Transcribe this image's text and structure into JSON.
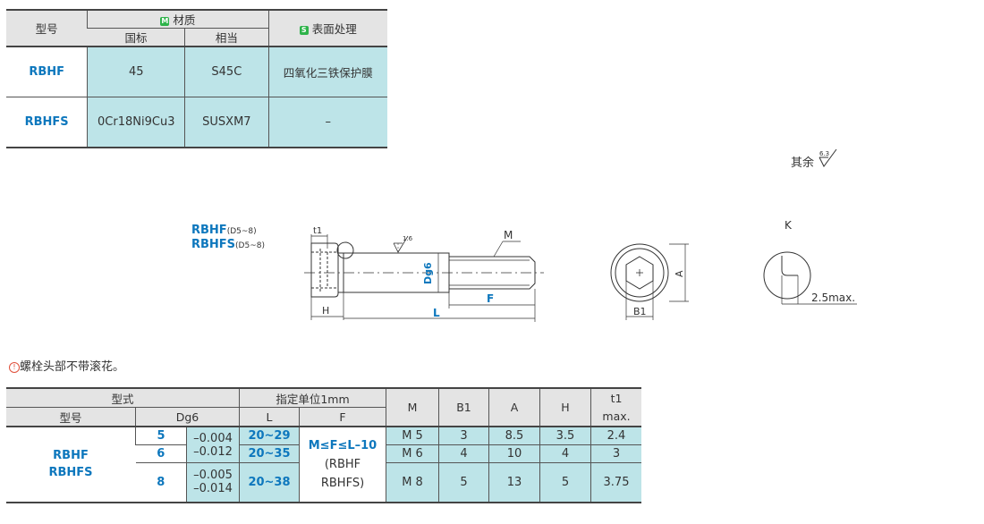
{
  "material_table": {
    "col_model": "型号",
    "material_tag": "M",
    "col_material": "材质",
    "col_gb": "国标",
    "col_equiv": "相当",
    "surface_tag": "S",
    "col_surface": "表面处理",
    "rows": [
      {
        "model": "RBHF",
        "gb": "45",
        "equiv": "S45C",
        "surface": "四氧化三铁保护膜"
      },
      {
        "model": "RBHFS",
        "gb": "0Cr18Ni9Cu3",
        "equiv": "SUSXM7",
        "surface": "–"
      }
    ]
  },
  "drawing": {
    "title_1": "RBHF",
    "title_1_range": "(D5~8)",
    "title_2": "RBHFS",
    "title_2_range": "(D5~8)",
    "roughness_note": "其余",
    "roughness_rest": "6.3",
    "roughness_shaft": "1.6",
    "lbl_t1": "t1",
    "lbl_H": "H",
    "lbl_L": "L",
    "lbl_F": "F",
    "lbl_M": "M",
    "lbl_Dg6": "Dg6",
    "lbl_A": "A",
    "lbl_B1": "B1",
    "lbl_K": "K",
    "lbl_25max": "2.5max."
  },
  "note": {
    "marker": "!",
    "text": "螺栓头部不带滚花。"
  },
  "spec_table": {
    "h_type": "型式",
    "h_spec_unit": "指定单位1mm",
    "h_M": "M",
    "h_B1": "B1",
    "h_A": "A",
    "h_H": "H",
    "h_t1": "t1",
    "h_model": "型号",
    "h_Dg6": "Dg6",
    "h_L": "L",
    "h_F": "F",
    "h_max": "max.",
    "models": [
      "RBHF",
      "RBHFS"
    ],
    "f_rule_1": "M≤F≤L–10",
    "f_rule_2": "(RBHF",
    "f_rule_3": "RBHFS)",
    "rows": [
      {
        "d": "5",
        "tol": "–0.004",
        "L": "20~29",
        "M": "M 5",
        "B1": "3",
        "A": "8.5",
        "H": "3.5",
        "t1": "2.4"
      },
      {
        "d": "6",
        "tol": "–0.012",
        "L": "20~35",
        "M": "M 6",
        "B1": "4",
        "A": "10",
        "H": "4",
        "t1": "3"
      },
      {
        "d": "8",
        "tol": "–0.005",
        "tol2": "–0.014",
        "L": "20~38",
        "M": "M 8",
        "B1": "5",
        "A": "13",
        "H": "5",
        "t1": "3.75"
      }
    ]
  }
}
